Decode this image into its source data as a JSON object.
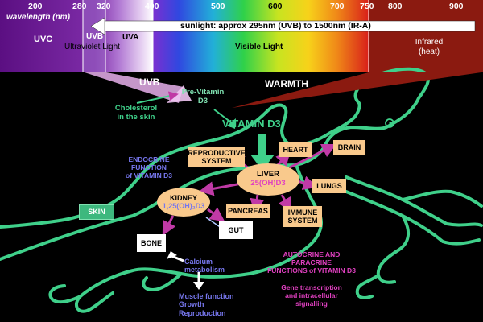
{
  "spectrum": {
    "wavelength_label": "wavelength (nm)",
    "ticks": [
      "200",
      "280",
      "320",
      "400",
      "500",
      "600",
      "700",
      "750",
      "800",
      "900"
    ],
    "sunlight_label": "sunlight: approx 295nm (UVB) to 1500nm (IR-A)",
    "bands": {
      "uvc": "UVC",
      "uvb": "UVB",
      "uva": "UVA",
      "ultraviolet": "Ultraviolet Light",
      "visible": "Visible Light",
      "infrared_line1": "Infrared",
      "infrared_line2": "(heat)"
    }
  },
  "pathway": {
    "uvb_label": "UVB",
    "warmth_label": "WARMTH",
    "previtamin_line1": "Pre-Vitamin",
    "previtamin_line2": "D3",
    "cholesterol_line1": "Cholesterol",
    "cholesterol_line2": "in the skin",
    "vitamin_d3": "VITAMIN D3",
    "endocrine_line1": "ENDOCRINE",
    "endocrine_line2": "FUNCTION",
    "endocrine_line3": "of VITAMIN D3"
  },
  "organs": {
    "reproductive_line1": "REPRODUCTIVE",
    "reproductive_line2": "SYSTEM",
    "heart": "HEART",
    "brain": "BRAIN",
    "liver_line1": "LIVER",
    "liver_line2": "25(OH)D3",
    "lungs": "LUNGS",
    "kidney_line1": "KIDNEY",
    "kidney_line2": "1,25(OH)₂D3",
    "pancreas": "PANCREAS",
    "immune_line1": "IMMUNE",
    "immune_line2": "SYSTEM",
    "skin": "SKIN",
    "bone": "BONE",
    "gut": "GUT"
  },
  "effects": {
    "calcium_line1": "Calcium",
    "calcium_line2": "metabolism",
    "muscle_line1": "Muscle function",
    "muscle_line2": "Growth",
    "muscle_line3": "Reproduction",
    "autocrine_line1": "AUTOCRINE AND",
    "autocrine_line2": "PARACRINE",
    "autocrine_line3": "FUNCTIONS of VITAMIN D3",
    "gene_line1": "Gene transcription",
    "gene_line2": "and intracellular",
    "gene_line3": "signalling"
  },
  "colors": {
    "lizard_outline": "#3fd08a",
    "organ_box": "#f9c98c",
    "arrow_pink": "#c03aa6",
    "endocrine_text": "#7777ee",
    "autocrine_text": "#e040c0",
    "infrared_band": "#8b1a10"
  }
}
